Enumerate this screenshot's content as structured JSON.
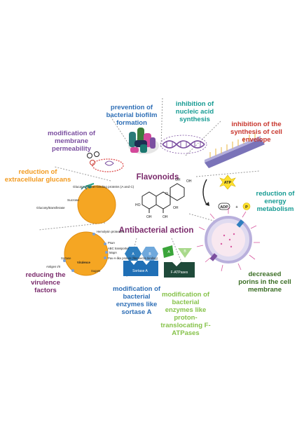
{
  "center": {
    "top_title": "Flavonoids",
    "bottom_title": "Antibacterial action"
  },
  "mechanisms": [
    {
      "text": "prevention of bacterial biofilm formation",
      "color": "#2f6fb6"
    },
    {
      "text": "inhibition of nucleic acid synthesis",
      "color": "#169b93"
    },
    {
      "text": "inhibition of the synthesis of cell envelope",
      "color": "#c8362d"
    },
    {
      "text": "reduction of energy metabolism",
      "color": "#169b93"
    },
    {
      "text": "decreased porins in the cell membrane",
      "color": "#3b6e25"
    },
    {
      "text": "modification of bacterial enzymes like proton-translocating F-ATPases",
      "color": "#86c24a"
    },
    {
      "text": "modification of bacterial enzymes like sortase A",
      "color": "#2f6fb6"
    },
    {
      "text": "reducing the virulence factors",
      "color": "#7a2a6b"
    },
    {
      "text": "reduction of extracellular glucans",
      "color": "#f29a1f"
    },
    {
      "text": "modification of membrane permeability",
      "color": "#7b4fa0"
    }
  ],
  "labels": {
    "glucan": "Glucan",
    "glucan_binding": "Glucan-binding proteins (A and C)",
    "sucrose": "Sucrose",
    "glucosyltransferase": "Glucosyltransferase",
    "sortase": "Sortase",
    "hemolysin": "Hemolysin proteases",
    "psaa": "PsaA",
    "abc": "ABC transporter",
    "mapa": "MapA",
    "fibronectin": "Pav-A-like protein (fibronectin binding)",
    "antigen": "Antigen I/II",
    "sugars": "Sugars",
    "virulence": "Virulence",
    "sortase_a": "Sortase A",
    "f_atpases": "F-ATPases",
    "enz_a": "A",
    "enz_b": "B",
    "atp": "ATP",
    "adp": "ADP",
    "plus": "+",
    "p": "P",
    "oh": "OH",
    "o": "O",
    "ho": "HO"
  }
}
